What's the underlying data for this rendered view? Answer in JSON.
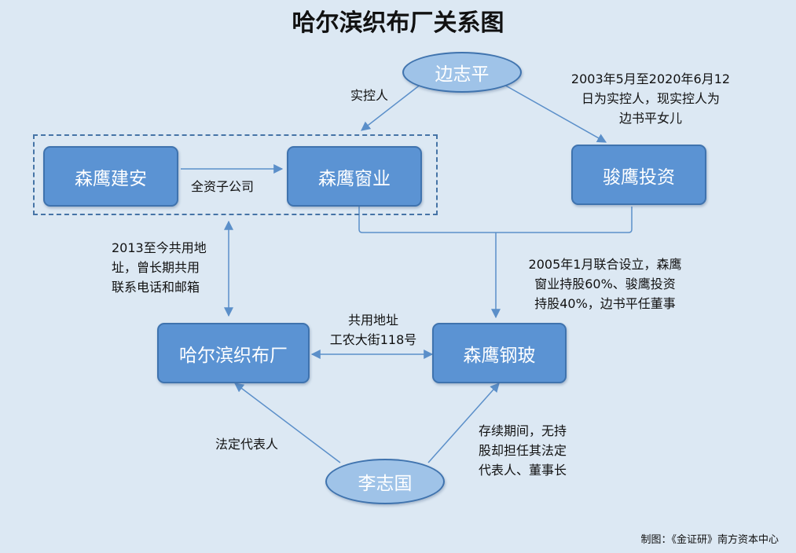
{
  "title": "哈尔滨织布厂关系图",
  "nodes": {
    "bian_zhiping": "边志平",
    "senying_jianan": "森鹰建安",
    "senying_chuangye": "森鹰窗业",
    "junying_touzi": "骏鹰投资",
    "harbin_zhibuchang": "哈尔滨织布厂",
    "senying_gangbo": "森鹰钢玻",
    "li_zhiguo": "李志国"
  },
  "edge_labels": {
    "actual_controller": "实控人",
    "controller_history": [
      "2003年5月至2020年6月12",
      "日为实控人，现实控人为",
      "边书平女儿"
    ],
    "wholly_owned": "全资子公司",
    "shared_address_contact": [
      "2013至今共用地",
      "址，曾长期共用",
      "联系电话和邮箱"
    ],
    "joint_founding": [
      "2005年1月联合设立，森鹰",
      "窗业持股60%、骏鹰投资",
      "持股40%，边书平任董事"
    ],
    "shared_address": [
      "共用地址",
      "工农大街118号"
    ],
    "legal_rep": "法定代表人",
    "li_roles": [
      "存续期间，无持",
      "股却担任其法定",
      "代表人、董事长"
    ]
  },
  "credit": "制图：《金证研》南方资本中心",
  "colors": {
    "box": "#5b93d3",
    "ellipse": "#9fc3e8",
    "arrow": "#5b8fc9",
    "background": "#dce8f3"
  }
}
